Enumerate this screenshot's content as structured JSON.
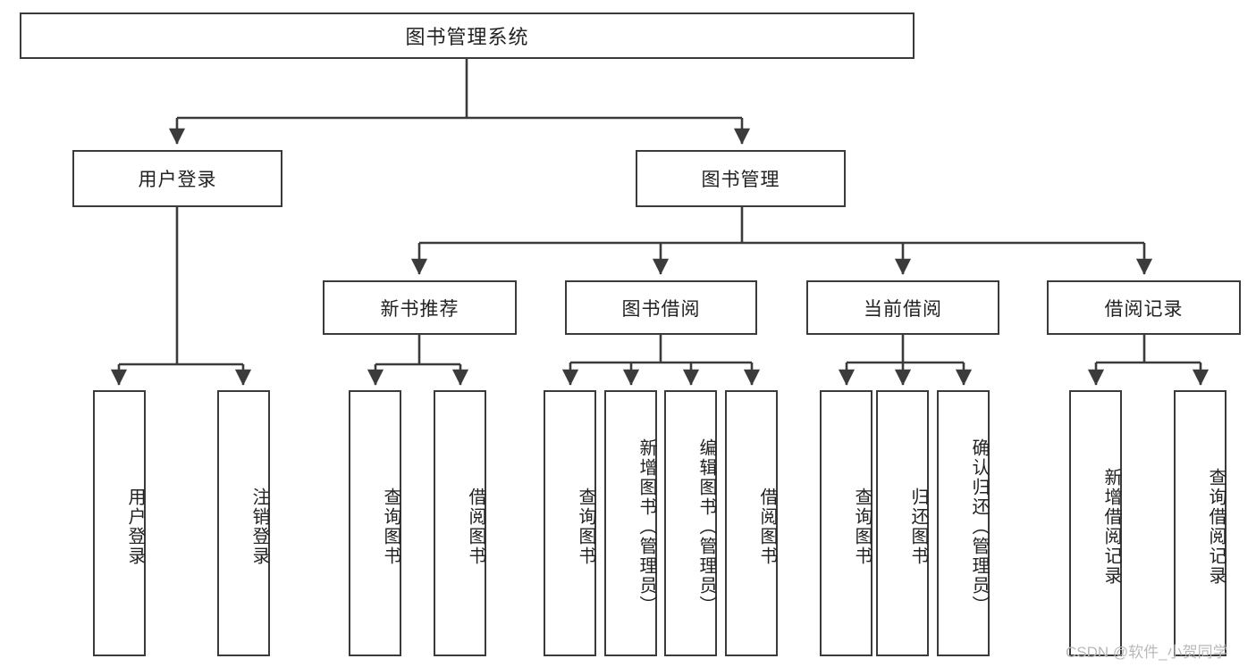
{
  "diagram": {
    "type": "tree-hierarchy-chart",
    "title": "图书管理系统",
    "line_color": "#3b3b3b",
    "box_fill": "#ffffff",
    "text_color": "#222222",
    "watermark": "CSDN @软件_小贺同学",
    "nodes": {
      "root": {
        "label": "图书管理系统"
      },
      "level2": [
        {
          "id": "user-login",
          "label": "用户登录"
        },
        {
          "id": "book-manage",
          "label": "图书管理"
        }
      ],
      "level3": [
        {
          "id": "new-book-recommend",
          "label": "新书推荐"
        },
        {
          "id": "book-borrow",
          "label": "图书借阅"
        },
        {
          "id": "current-borrow",
          "label": "当前借阅"
        },
        {
          "id": "borrow-record",
          "label": "借阅记录"
        }
      ],
      "leaves": {
        "user_login": [
          {
            "id": "leaf-user-login",
            "label": "用户登录"
          },
          {
            "id": "leaf-logout-login",
            "label": "注销登录"
          }
        ],
        "new_book_recommend": [
          {
            "id": "leaf-query-book-1",
            "label": "查询图书"
          },
          {
            "id": "leaf-borrow-book-1",
            "label": "借阅图书"
          }
        ],
        "book_borrow": [
          {
            "id": "leaf-query-book-2",
            "label": "查询图书"
          },
          {
            "id": "leaf-add-book",
            "label": "新增图书（管理员）"
          },
          {
            "id": "leaf-edit-book",
            "label": "编辑图书（管理员）"
          },
          {
            "id": "leaf-borrow-book-2",
            "label": "借阅图书"
          }
        ],
        "current_borrow": [
          {
            "id": "leaf-query-book-3",
            "label": "查询图书"
          },
          {
            "id": "leaf-return-book",
            "label": "归还图书"
          },
          {
            "id": "leaf-confirm-return",
            "label": "确认归还（管理员）"
          }
        ],
        "borrow_record": [
          {
            "id": "leaf-add-borrow-record",
            "label": "新增借阅记录"
          },
          {
            "id": "leaf-query-borrow-record",
            "label": "查询借阅记录"
          }
        ]
      }
    }
  }
}
